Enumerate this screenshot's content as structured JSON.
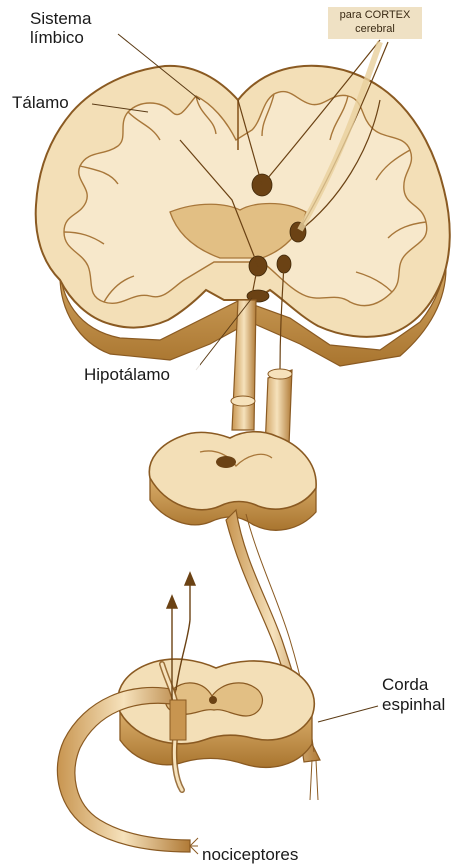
{
  "labels": {
    "sistema": "Sistema",
    "limbico": "límbico",
    "cortex_1": "para CORTEX",
    "cortex_2": "cerebral",
    "talamo": "Tálamo",
    "hipotalamo": "Hipotálamo",
    "corda_1": "Corda",
    "corda_2": "espinhal",
    "nociceptores": "nociceptores"
  },
  "colors": {
    "tissue_light": "#f3dfb7",
    "tissue_mid": "#e2bf84",
    "tissue_dark": "#b3813b",
    "outline": "#8a5a22",
    "nucleus": "#6b4214",
    "white_matter": "#f7e8cb"
  }
}
